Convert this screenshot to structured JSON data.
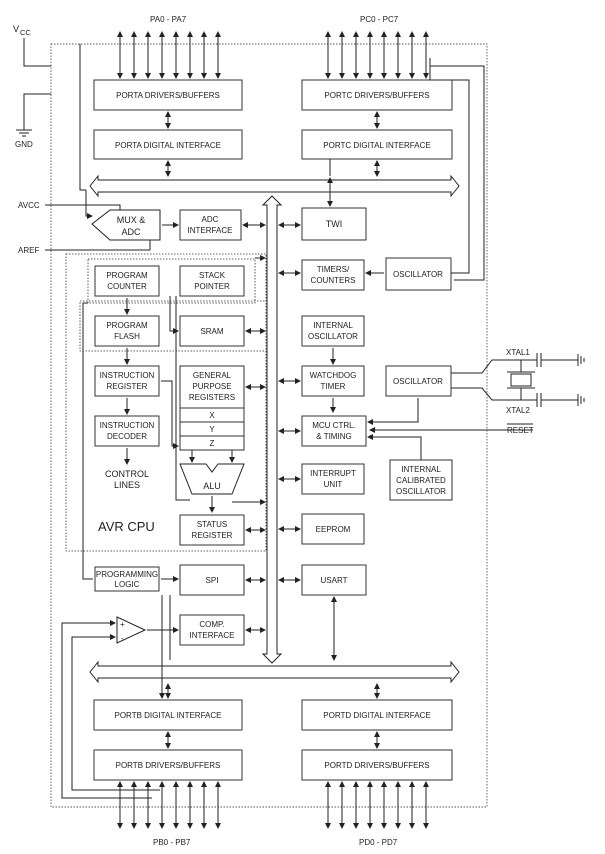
{
  "labels": {
    "vcc_main": "V",
    "vcc_sub": "CC",
    "gnd": "GND",
    "pa_pins": "PA0 - PA7",
    "pc_pins": "PC0 - PC7",
    "pb_pins": "PB0 - PB7",
    "pd_pins": "PD0 - PD7",
    "avcc": "AVCC",
    "aref": "AREF",
    "xtal1": "XTAL1",
    "xtal2": "XTAL2",
    "reset": "RESET",
    "avr_cpu": "AVR CPU",
    "control_lines_1": "CONTROL",
    "control_lines_2": "LINES"
  },
  "blocks": {
    "porta_drivers": "PORTA DRIVERS/BUFFERS",
    "porta_interface": "PORTA DIGITAL INTERFACE",
    "portc_drivers": "PORTC DRIVERS/BUFFERS",
    "portc_interface": "PORTC DIGITAL INTERFACE",
    "portb_interface": "PORTB DIGITAL INTERFACE",
    "portb_drivers": "PORTB DRIVERS/BUFFERS",
    "portd_interface": "PORTD DIGITAL INTERFACE",
    "portd_drivers": "PORTD DRIVERS/BUFFERS",
    "mux_adc_1": "MUX &",
    "mux_adc_2": "ADC",
    "adc_interface_1": "ADC",
    "adc_interface_2": "INTERFACE",
    "twi": "TWI",
    "program_counter_1": "PROGRAM",
    "program_counter_2": "COUNTER",
    "stack_pointer_1": "STACK",
    "stack_pointer_2": "POINTER",
    "timers_1": "TIMERS/",
    "timers_2": "COUNTERS",
    "oscillator_top": "OSCILLATOR",
    "program_flash_1": "PROGRAM",
    "program_flash_2": "FLASH",
    "sram": "SRAM",
    "internal_osc_1": "INTERNAL",
    "internal_osc_2": "OSCILLATOR",
    "instruction_register_1": "INSTRUCTION",
    "instruction_register_2": "REGISTER",
    "gpr_1": "GENERAL",
    "gpr_2": "PURPOSE",
    "gpr_3": "REGISTERS",
    "reg_x": "X",
    "reg_y": "Y",
    "reg_z": "Z",
    "watchdog_1": "WATCHDOG",
    "watchdog_2": "TIMER",
    "oscillator_xtal": "OSCILLATOR",
    "instruction_decoder_1": "INSTRUCTION",
    "instruction_decoder_2": "DECODER",
    "mcu_ctrl_1": "MCU CTRL.",
    "mcu_ctrl_2": "& TIMING",
    "alu": "ALU",
    "interrupt_unit_1": "INTERRUPT",
    "interrupt_unit_2": "UNIT",
    "internal_cal_osc_1": "INTERNAL",
    "internal_cal_osc_2": "CALIBRATED",
    "internal_cal_osc_3": "OSCILLATOR",
    "status_register_1": "STATUS",
    "status_register_2": "REGISTER",
    "eeprom": "EEPROM",
    "programming_logic_1": "PROGRAMMING",
    "programming_logic_2": "LOGIC",
    "spi": "SPI",
    "usart": "USART",
    "comp_interface_1": "COMP.",
    "comp_interface_2": "INTERFACE",
    "comparator_plus": "+",
    "comparator_minus": "-"
  }
}
